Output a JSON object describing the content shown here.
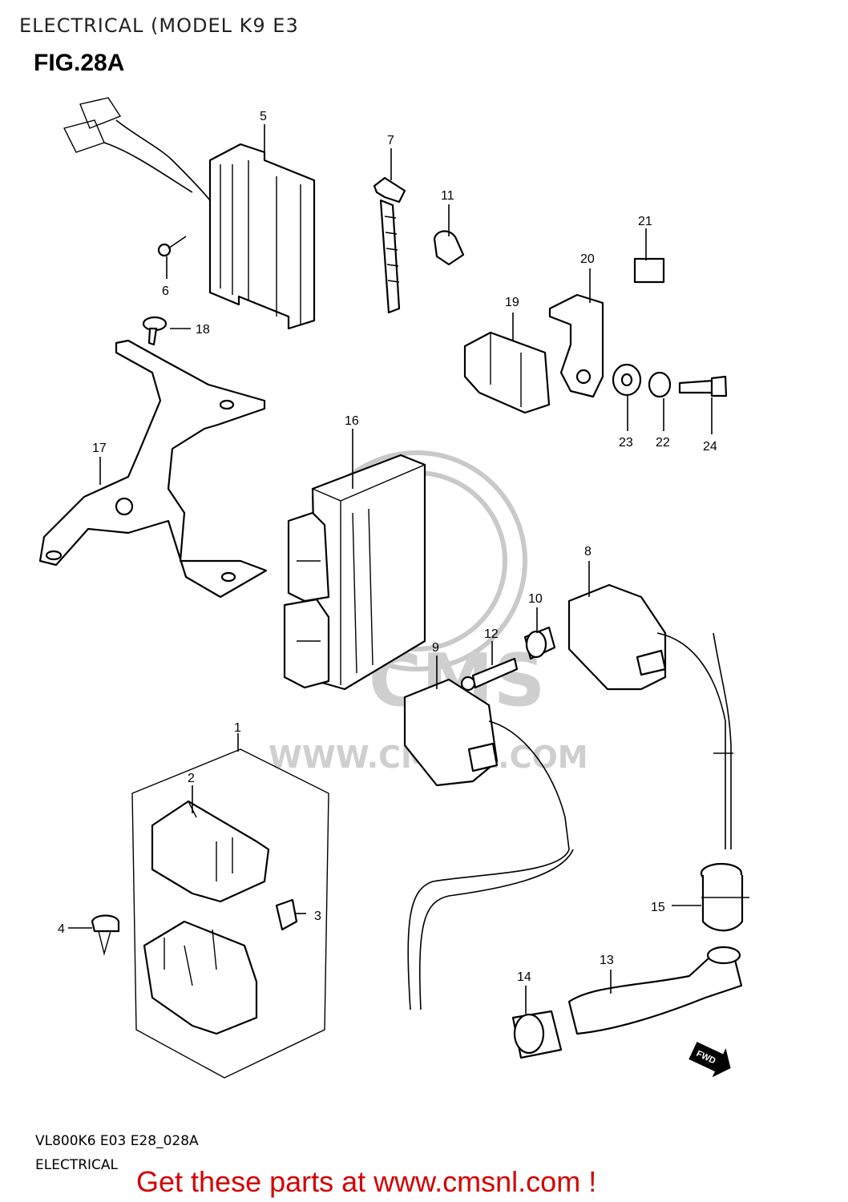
{
  "header": {
    "title": "ELECTRICAL (MODEL K9 E3"
  },
  "figure": {
    "label": "FIG.28A"
  },
  "watermark": {
    "text": "WWW.CMSNL.COM",
    "logo": "CMS"
  },
  "callouts": [
    "1",
    "2",
    "3",
    "4",
    "5",
    "6",
    "7",
    "8",
    "9",
    "10",
    "11",
    "12",
    "13",
    "14",
    "15",
    "16",
    "17",
    "18",
    "19",
    "20",
    "21",
    "22",
    "23",
    "24"
  ],
  "footer": {
    "code": "VL800K6 E03 E28_028A",
    "label": "ELECTRICAL",
    "promo": "Get these parts at www.cmsnl.com !"
  },
  "badge": {
    "fwd": "FWD"
  },
  "colors": {
    "promo": "#d40000",
    "watermark": "#c9c9c9"
  }
}
